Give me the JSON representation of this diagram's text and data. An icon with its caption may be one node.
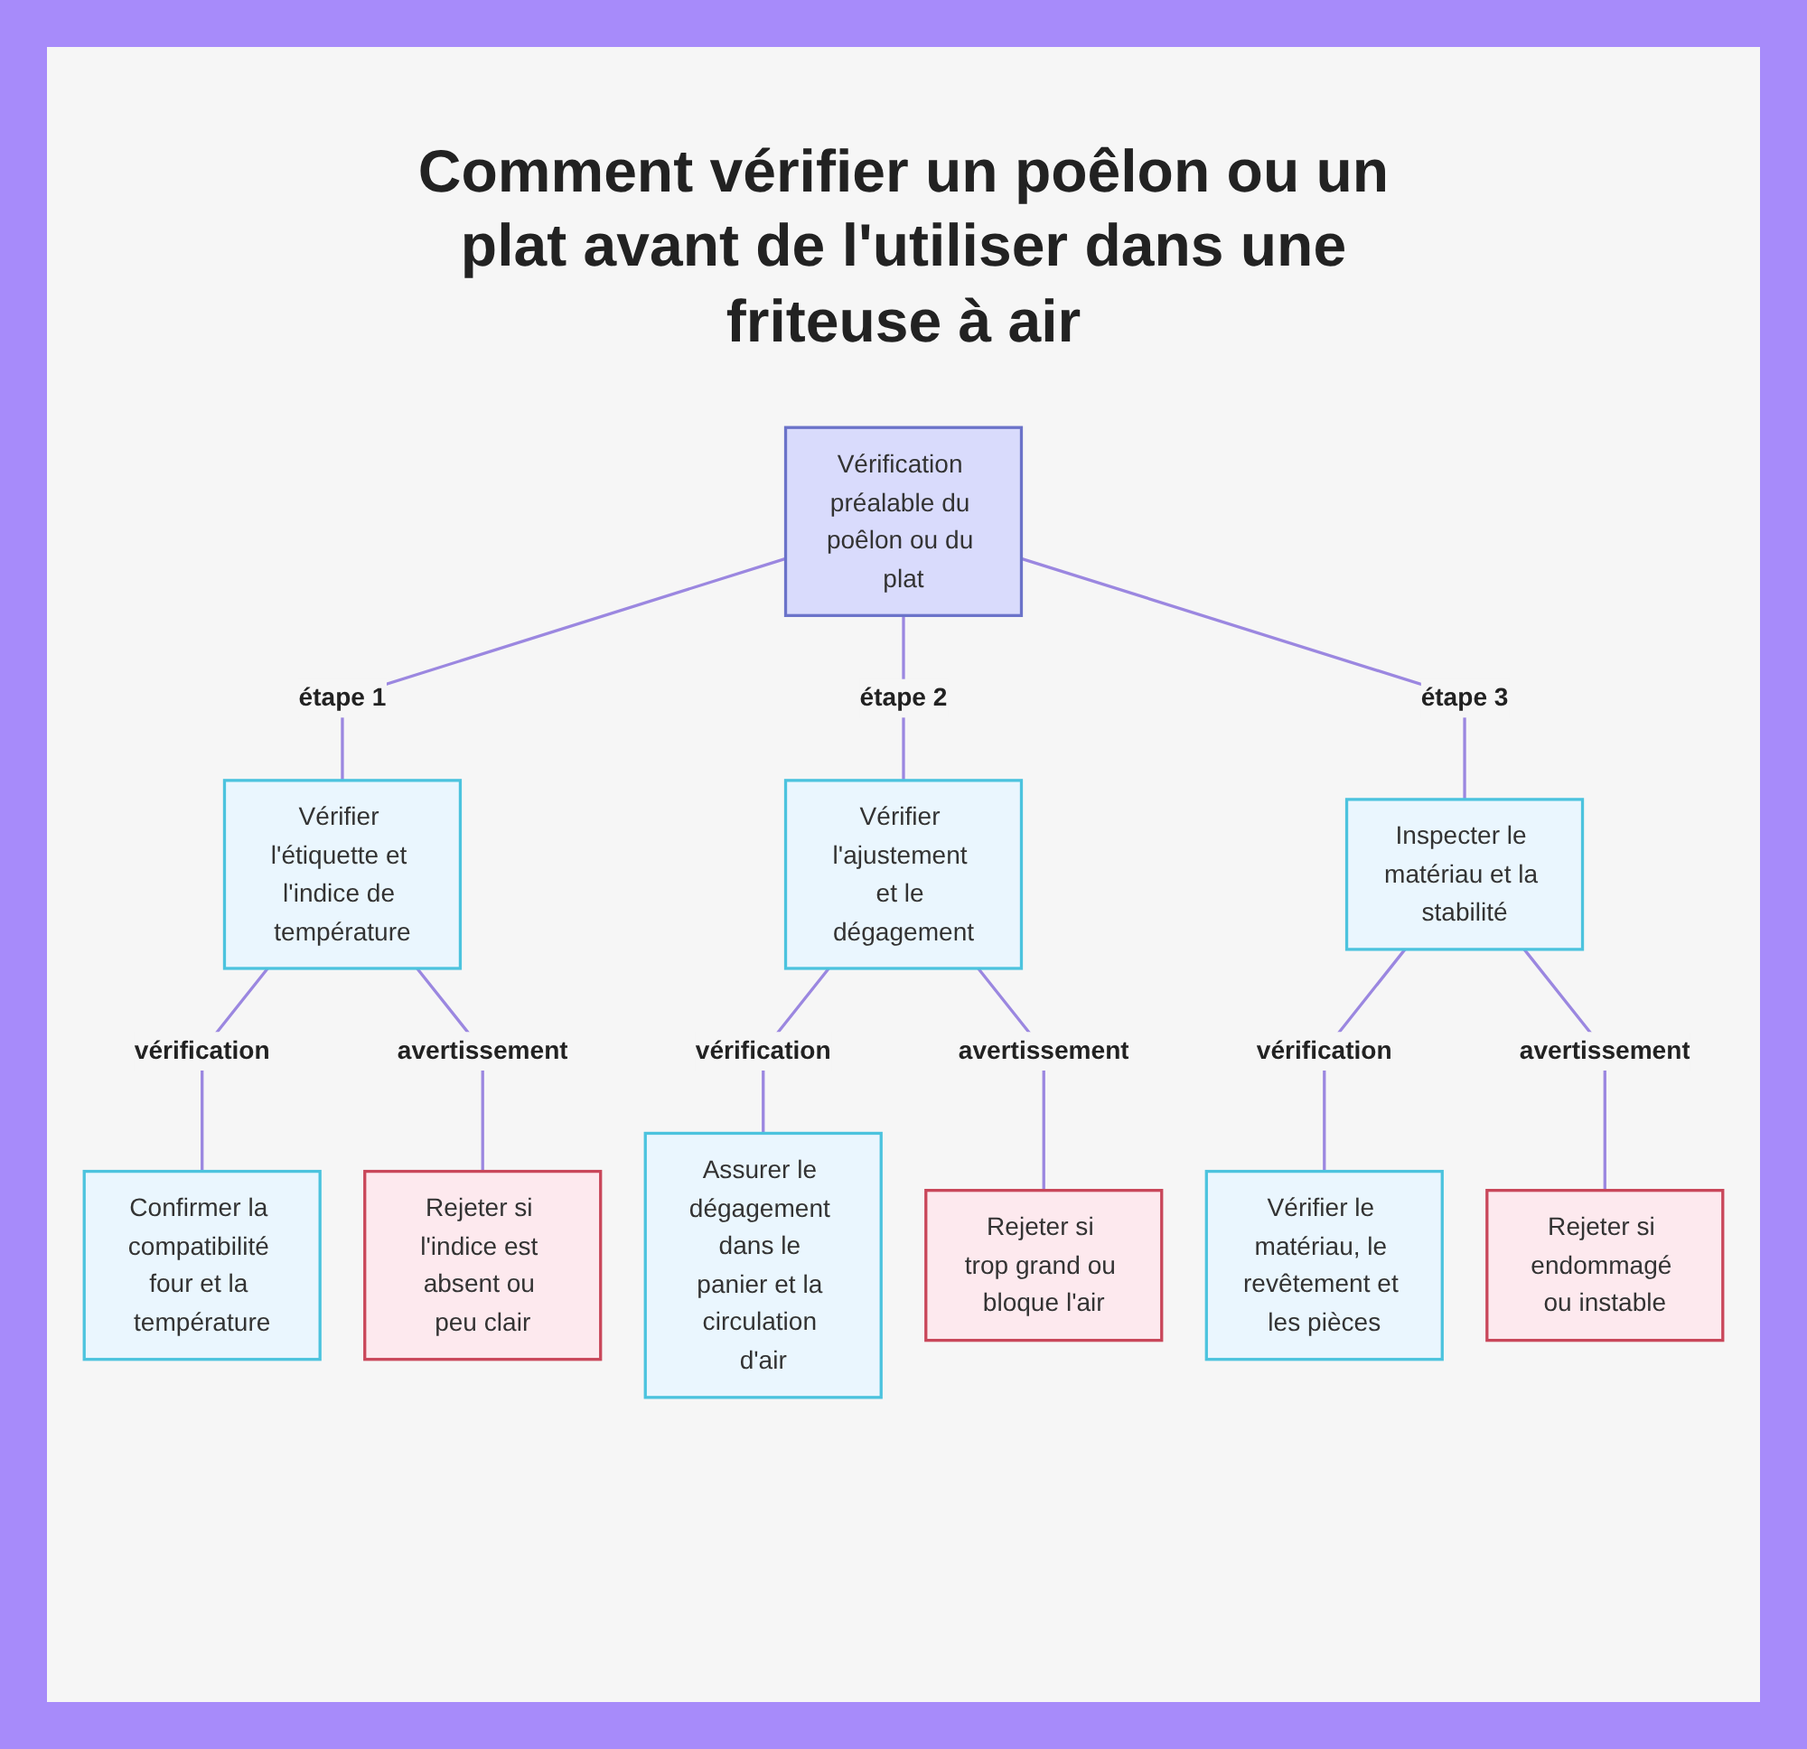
{
  "diagram": {
    "title": "Comment vérifier un poêlon ou un plat avant de l'utiliser dans une friteuse à air",
    "nodes": [
      {
        "text": [
          "Vérification préalable du poêlon ou du plat"
        ]
      },
      {
        "text": [
          "Vérifier l'étiquette et l'indice de température"
        ]
      },
      {
        "text": [
          "Vérifier l'ajustement et le dégagement"
        ]
      },
      {
        "text": [
          "Inspecter le matériau et la stabilité"
        ]
      },
      {
        "text": [
          "Confirmer la compatibilité four et la température"
        ]
      },
      {
        "text": [
          "Rejeter si l'indice est absent ou peu clair"
        ]
      },
      {
        "text": [
          "Assurer le dégagement dans le panier et la circulation d'air"
        ]
      },
      {
        "text": [
          "Rejeter si trop grand ou bloque l'air"
        ]
      },
      {
        "text": [
          "Vérifier le matériau, le revêtement et les pièces"
        ]
      },
      {
        "text": [
          "Rejeter si endommagé ou instable"
        ]
      }
    ],
    "edges": [
      {
        "from": 0,
        "to": 1,
        "arrow": "none",
        "label": "étape 1"
      },
      {
        "from": 0,
        "to": 2,
        "arrow": "none",
        "label": "étape 2"
      },
      {
        "from": 0,
        "to": 3,
        "arrow": "none",
        "label": "étape 3"
      },
      {
        "from": 1,
        "to": 4,
        "arrow": "none",
        "label": "vérification"
      },
      {
        "from": 1,
        "to": 5,
        "arrow": "none",
        "label": "avertissement"
      },
      {
        "from": 2,
        "to": 6,
        "arrow": "none",
        "label": "vérification"
      },
      {
        "from": 2,
        "to": 7,
        "arrow": "none",
        "label": "avertissement"
      },
      {
        "from": 3,
        "to": 8,
        "arrow": "none",
        "label": "vérification"
      },
      {
        "from": 3,
        "to": 9,
        "arrow": "none",
        "label": "avertissement"
      }
    ]
  }
}
